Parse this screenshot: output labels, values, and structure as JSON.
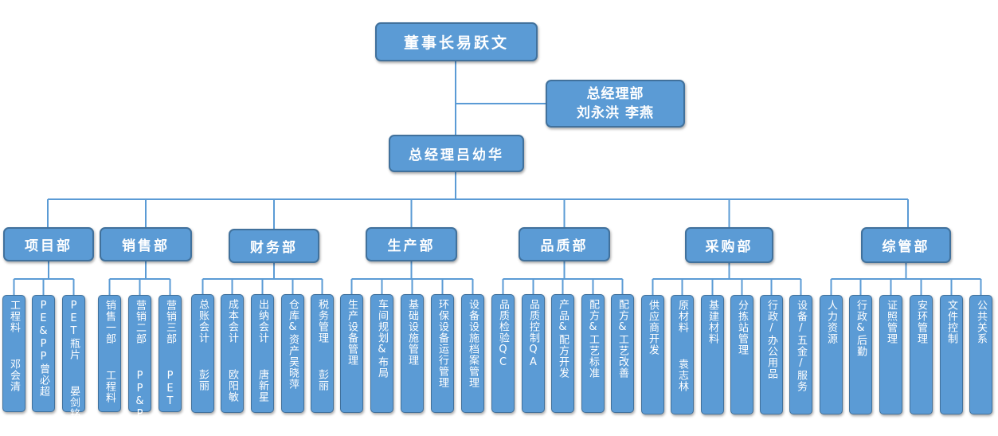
{
  "chairman": "董事长易跃文",
  "gm_office": {
    "line1": "总经理部",
    "line2": "刘永洪 李燕"
  },
  "general_manager": "总经理吕幼华",
  "departments": [
    {
      "name": "项目部",
      "units": [
        "工程料  邓会清",
        "PE&PP曾必超",
        "PET瓶片  晏剑铭"
      ]
    },
    {
      "name": "销售部",
      "units": [
        "销售一部  工程料",
        "营销二部  PP&PE",
        "营销三部  PET"
      ]
    },
    {
      "name": "财务部",
      "units": [
        "总账会计  彭丽",
        "成本会计  欧阳敏",
        "出纳会计  唐新星",
        "仓库&资产吴晓萍",
        "税务管理  彭丽"
      ]
    },
    {
      "name": "生产部",
      "units": [
        "生产设备管理",
        "车间规划&布局",
        "基础设施管理",
        "环保设备运行管理",
        "设备设施档案管理"
      ]
    },
    {
      "name": "品质部",
      "units": [
        "品质检验QC",
        "品质控制QA",
        "产品&配方开发",
        "配方&工艺标准",
        "配方&工艺改善"
      ]
    },
    {
      "name": "采购部",
      "units": [
        "供应商开发",
        "原材料  袁志林",
        "基建材料",
        "分拣站管理",
        "行政/办公用品",
        "设备/五金/服务"
      ]
    },
    {
      "name": "综管部",
      "units": [
        "人力资源",
        "行政&后勤",
        "证照管理",
        "安环管理",
        "文件控制",
        "公共关系"
      ]
    }
  ]
}
